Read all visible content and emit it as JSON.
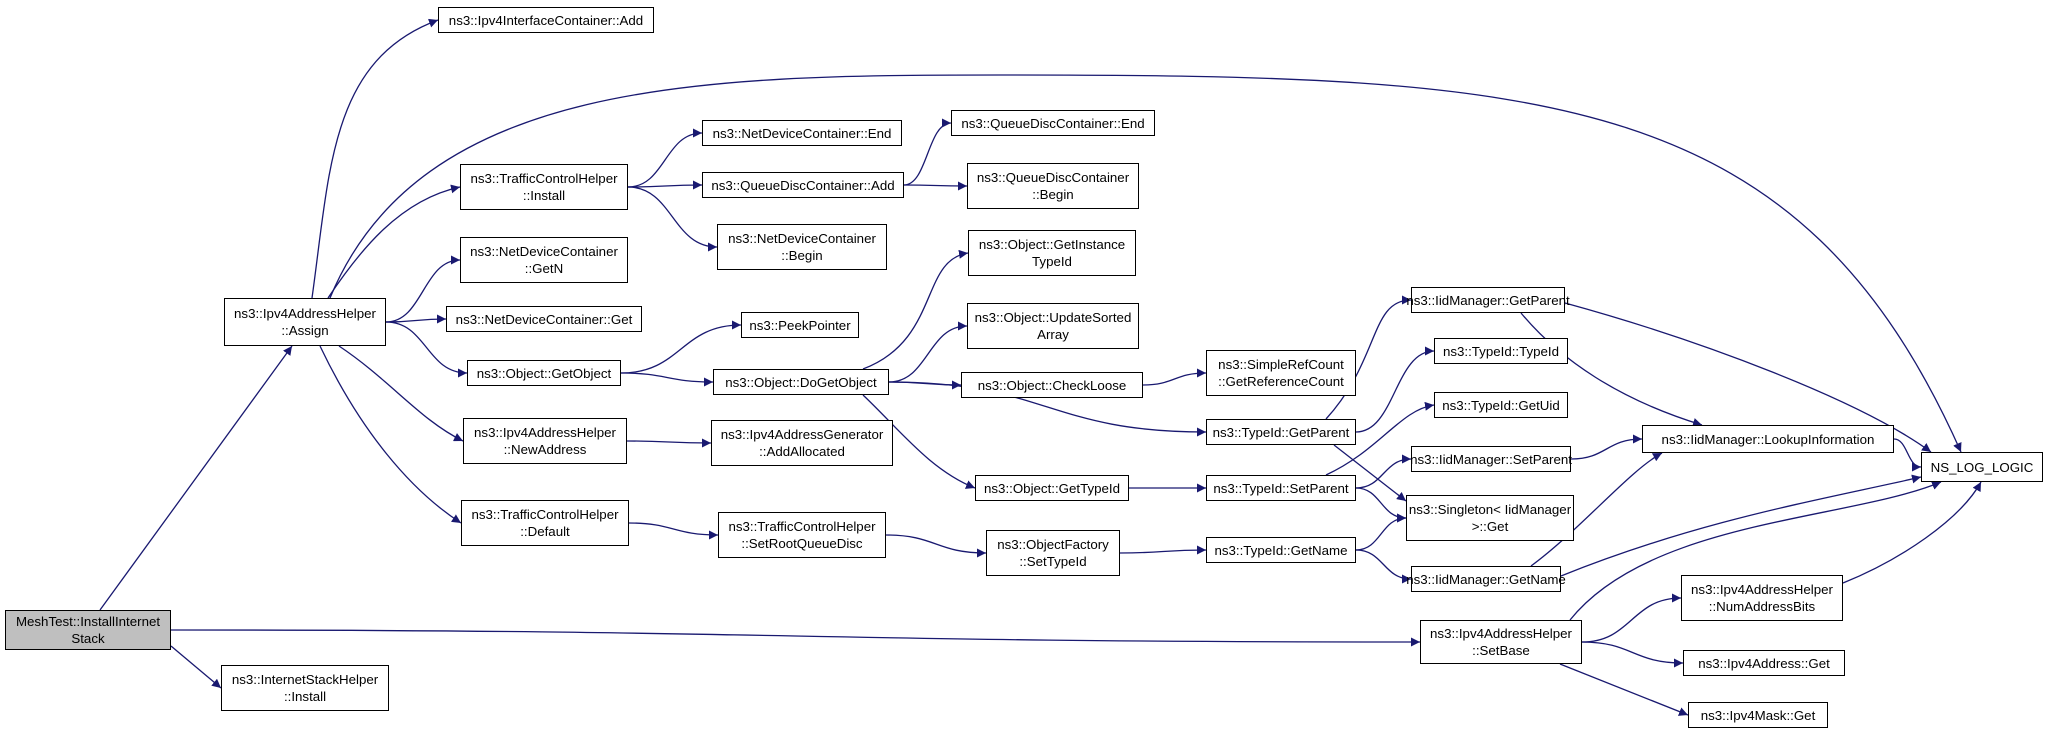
{
  "diagram": {
    "type": "call-graph",
    "colors": {
      "edge": "#191970",
      "node_border": "#000000",
      "node_fill": "#ffffff",
      "root_fill": "#bfbfbf"
    },
    "nodes": [
      {
        "id": "root",
        "label": "MeshTest::InstallInternet\nStack",
        "root": true
      },
      {
        "id": "v4ac_add",
        "label": "ns3::Ipv4InterfaceContainer::Add"
      },
      {
        "id": "assign",
        "label": "ns3::Ipv4AddressHelper\n::Assign"
      },
      {
        "id": "ish_install",
        "label": "ns3::InternetStackHelper\n::Install"
      },
      {
        "id": "tch_install",
        "label": "ns3::TrafficControlHelper\n::Install"
      },
      {
        "id": "ndc_getn",
        "label": "ns3::NetDeviceContainer\n::GetN"
      },
      {
        "id": "ndc_get",
        "label": "ns3::NetDeviceContainer::Get"
      },
      {
        "id": "obj_getobject",
        "label": "ns3::Object::GetObject"
      },
      {
        "id": "v4ah_newaddr",
        "label": "ns3::Ipv4AddressHelper\n::NewAddress"
      },
      {
        "id": "tch_default",
        "label": "ns3::TrafficControlHelper\n::Default"
      },
      {
        "id": "ndc_end",
        "label": "ns3::NetDeviceContainer::End"
      },
      {
        "id": "qdc_add",
        "label": "ns3::QueueDiscContainer::Add"
      },
      {
        "id": "ndc_begin",
        "label": "ns3::NetDeviceContainer\n::Begin"
      },
      {
        "id": "peekptr",
        "label": "ns3::PeekPointer"
      },
      {
        "id": "obj_dogetobject",
        "label": "ns3::Object::DoGetObject"
      },
      {
        "id": "v4ag_alloc",
        "label": "ns3::Ipv4AddressGenerator\n::AddAllocated"
      },
      {
        "id": "tch_setroot",
        "label": "ns3::TrafficControlHelper\n::SetRootQueueDisc"
      },
      {
        "id": "qdc_end",
        "label": "ns3::QueueDiscContainer::End"
      },
      {
        "id": "qdc_begin",
        "label": "ns3::QueueDiscContainer\n::Begin"
      },
      {
        "id": "obj_getinst",
        "label": "ns3::Object::GetInstance\nTypeId"
      },
      {
        "id": "obj_updsorted",
        "label": "ns3::Object::UpdateSorted\nArray"
      },
      {
        "id": "obj_checkloose",
        "label": "ns3::Object::CheckLoose"
      },
      {
        "id": "obj_gettypeid",
        "label": "ns3::Object::GetTypeId"
      },
      {
        "id": "of_settypeid",
        "label": "ns3::ObjectFactory\n::SetTypeId"
      },
      {
        "id": "src_getref",
        "label": "ns3::SimpleRefCount\n::GetReferenceCount"
      },
      {
        "id": "tid_getparent",
        "label": "ns3::TypeId::GetParent"
      },
      {
        "id": "tid_setparent",
        "label": "ns3::TypeId::SetParent"
      },
      {
        "id": "tid_getname",
        "label": "ns3::TypeId::GetName"
      },
      {
        "id": "iid_getparent",
        "label": "ns3::IidManager::GetParent"
      },
      {
        "id": "tid_typeid",
        "label": "ns3::TypeId::TypeId"
      },
      {
        "id": "tid_getuid",
        "label": "ns3::TypeId::GetUid"
      },
      {
        "id": "iid_setparent",
        "label": "ns3::IidManager::SetParent"
      },
      {
        "id": "singleton_get",
        "label": "ns3::Singleton< IidManager\n>::Get"
      },
      {
        "id": "iid_getname",
        "label": "ns3::IidManager::GetName"
      },
      {
        "id": "v4ah_setbase",
        "label": "ns3::Ipv4AddressHelper\n::SetBase"
      },
      {
        "id": "iid_lookup",
        "label": "ns3::IidManager::LookupInformation"
      },
      {
        "id": "v4ah_numbits",
        "label": "ns3::Ipv4AddressHelper\n::NumAddressBits"
      },
      {
        "id": "v4addr_get",
        "label": "ns3::Ipv4Address::Get"
      },
      {
        "id": "v4mask_get",
        "label": "ns3::Ipv4Mask::Get"
      },
      {
        "id": "ns_log_logic",
        "label": "NS_LOG_LOGIC"
      }
    ],
    "edges": [
      [
        "root",
        "assign"
      ],
      [
        "root",
        "v4ah_setbase"
      ],
      [
        "root",
        "ish_install"
      ],
      [
        "assign",
        "v4ac_add"
      ],
      [
        "assign",
        "ns_log_logic"
      ],
      [
        "assign",
        "tch_install"
      ],
      [
        "assign",
        "ndc_getn"
      ],
      [
        "assign",
        "ndc_get"
      ],
      [
        "assign",
        "obj_getobject"
      ],
      [
        "assign",
        "v4ah_newaddr"
      ],
      [
        "assign",
        "tch_default"
      ],
      [
        "tch_install",
        "ndc_end"
      ],
      [
        "tch_install",
        "qdc_add"
      ],
      [
        "tch_install",
        "ndc_begin"
      ],
      [
        "qdc_add",
        "qdc_end"
      ],
      [
        "qdc_add",
        "qdc_begin"
      ],
      [
        "obj_getobject",
        "peekptr"
      ],
      [
        "obj_getobject",
        "obj_dogetobject"
      ],
      [
        "v4ah_newaddr",
        "v4ag_alloc"
      ],
      [
        "tch_default",
        "tch_setroot"
      ],
      [
        "tch_setroot",
        "of_settypeid"
      ],
      [
        "obj_dogetobject",
        "obj_getinst"
      ],
      [
        "obj_dogetobject",
        "obj_updsorted"
      ],
      [
        "obj_dogetobject",
        "obj_checkloose"
      ],
      [
        "obj_dogetobject",
        "tid_getparent"
      ],
      [
        "obj_dogetobject",
        "obj_gettypeid"
      ],
      [
        "obj_checkloose",
        "src_getref"
      ],
      [
        "obj_gettypeid",
        "tid_setparent"
      ],
      [
        "of_settypeid",
        "tid_getname"
      ],
      [
        "tid_getparent",
        "iid_getparent"
      ],
      [
        "tid_getparent",
        "tid_typeid"
      ],
      [
        "tid_getparent",
        "singleton_get"
      ],
      [
        "tid_setparent",
        "tid_getuid"
      ],
      [
        "tid_setparent",
        "iid_setparent"
      ],
      [
        "tid_setparent",
        "singleton_get"
      ],
      [
        "tid_getname",
        "singleton_get"
      ],
      [
        "tid_getname",
        "iid_getname"
      ],
      [
        "iid_getparent",
        "iid_lookup"
      ],
      [
        "iid_getparent",
        "ns_log_logic"
      ],
      [
        "iid_setparent",
        "iid_lookup"
      ],
      [
        "iid_getname",
        "iid_lookup"
      ],
      [
        "iid_getname",
        "ns_log_logic"
      ],
      [
        "iid_lookup",
        "ns_log_logic"
      ],
      [
        "v4ah_setbase",
        "ns_log_logic"
      ],
      [
        "v4ah_setbase",
        "v4ah_numbits"
      ],
      [
        "v4ah_setbase",
        "v4addr_get"
      ],
      [
        "v4ah_setbase",
        "v4mask_get"
      ],
      [
        "v4ah_numbits",
        "ns_log_logic"
      ]
    ]
  }
}
